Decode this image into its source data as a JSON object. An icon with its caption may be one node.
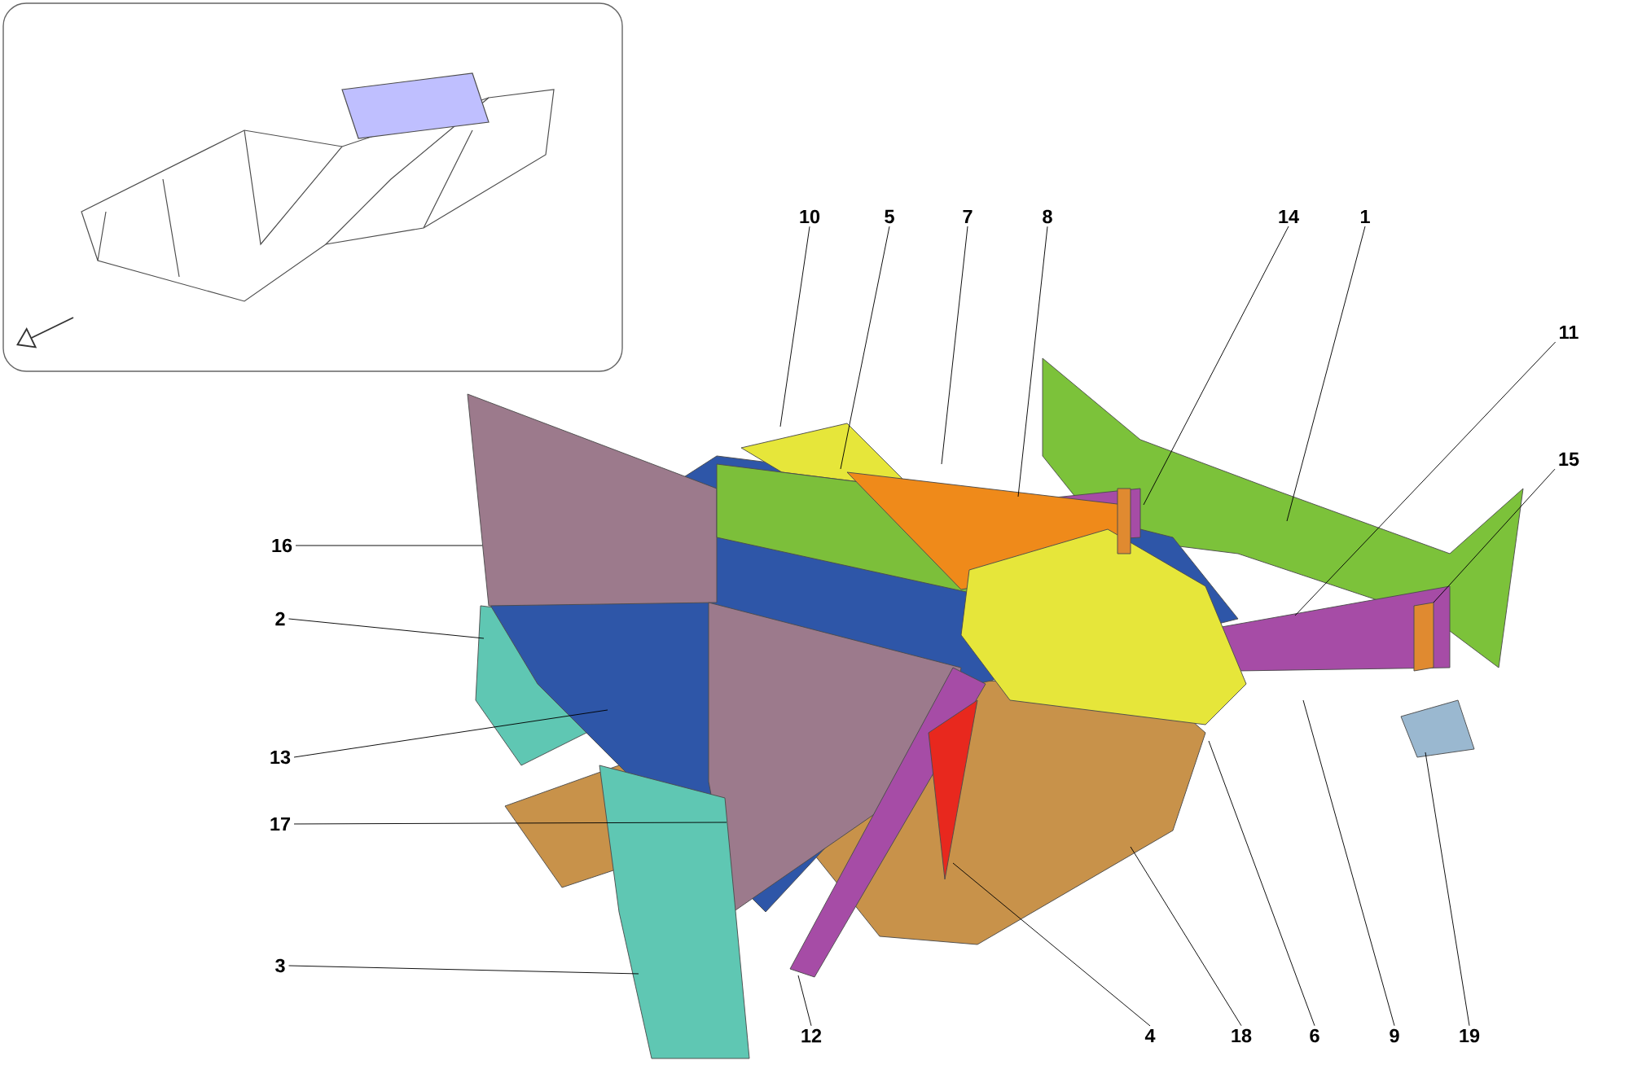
{
  "diagram": {
    "nodes": [
      {
        "text": [
          "10"
        ]
      },
      {
        "text": [
          "5"
        ]
      },
      {
        "text": [
          "7"
        ]
      },
      {
        "text": [
          "8"
        ]
      },
      {
        "text": [
          "14"
        ]
      },
      {
        "text": [
          "1"
        ]
      },
      {
        "text": [
          "11"
        ]
      },
      {
        "text": [
          "15"
        ]
      },
      {
        "text": [
          "16"
        ]
      },
      {
        "text": [
          "2"
        ]
      },
      {
        "text": [
          "13"
        ]
      },
      {
        "text": [
          "17"
        ]
      },
      {
        "text": [
          "3"
        ]
      },
      {
        "text": [
          "12"
        ]
      },
      {
        "text": [
          "4"
        ]
      },
      {
        "text": [
          "18"
        ]
      },
      {
        "text": [
          "6"
        ]
      },
      {
        "text": [
          "9"
        ]
      },
      {
        "text": [
          "19"
        ]
      }
    ],
    "edges": [
      {
        "from": 0,
        "to": null,
        "arrow": "none"
      },
      {
        "from": 1,
        "to": null,
        "arrow": "none"
      },
      {
        "from": 2,
        "to": null,
        "arrow": "none"
      },
      {
        "from": 3,
        "to": null,
        "arrow": "none"
      },
      {
        "from": 4,
        "to": null,
        "arrow": "none"
      },
      {
        "from": 5,
        "to": null,
        "arrow": "none"
      },
      {
        "from": 6,
        "to": null,
        "arrow": "none"
      },
      {
        "from": 7,
        "to": null,
        "arrow": "none"
      },
      {
        "from": 8,
        "to": null,
        "arrow": "none"
      },
      {
        "from": 9,
        "to": null,
        "arrow": "none"
      },
      {
        "from": 10,
        "to": null,
        "arrow": "none"
      },
      {
        "from": 11,
        "to": null,
        "arrow": "none"
      },
      {
        "from": 12,
        "to": null,
        "arrow": "none"
      },
      {
        "from": 13,
        "to": null,
        "arrow": "none"
      },
      {
        "from": 14,
        "to": null,
        "arrow": "none"
      },
      {
        "from": 15,
        "to": null,
        "arrow": "none"
      },
      {
        "from": 16,
        "to": null,
        "arrow": "none"
      },
      {
        "from": 17,
        "to": null,
        "arrow": "none"
      },
      {
        "from": 18,
        "to": null,
        "arrow": "none"
      }
    ]
  }
}
